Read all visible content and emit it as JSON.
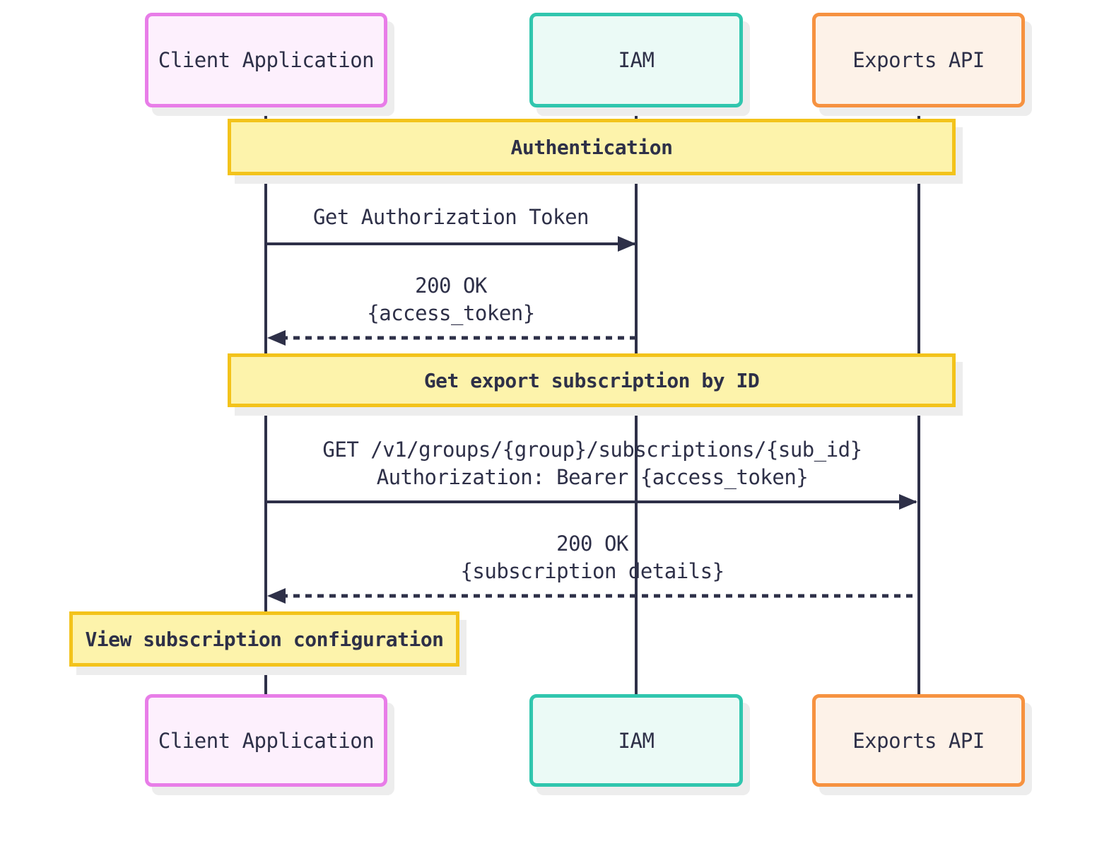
{
  "diagram": {
    "kind": "sequence-diagram",
    "background_color": "#ffffff",
    "line_color": "#2e3048",
    "text_color": "#2e3048",
    "shadow_color": "#ededed"
  },
  "actors": [
    {
      "name": "Client Application",
      "border_color": "#e87de8",
      "fill_color": "#fdf0fd"
    },
    {
      "name": "IAM",
      "border_color": "#30c6ae",
      "fill_color": "#ebfaf6"
    },
    {
      "name": "Exports API",
      "border_color": "#f69240",
      "fill_color": "#fdf2e8"
    }
  ],
  "banners": [
    {
      "label": "Authentication"
    },
    {
      "label": "Get export subscription by ID"
    },
    {
      "label": "View subscription configuration"
    }
  ],
  "banner_style": {
    "border_color": "#f3c31b",
    "fill_color": "#fdf3ab"
  },
  "messages": [
    {
      "lines": [
        "Get Authorization Token"
      ],
      "style": "solid",
      "from": "Client Application",
      "to": "IAM"
    },
    {
      "lines": [
        "200 OK",
        "{access_token}"
      ],
      "style": "dashed",
      "from": "IAM",
      "to": "Client Application"
    },
    {
      "lines": [
        "GET /v1/groups/{group}/subscriptions/{sub_id}",
        "Authorization: Bearer {access_token}"
      ],
      "style": "solid",
      "from": "Client Application",
      "to": "Exports API"
    },
    {
      "lines": [
        "200 OK",
        "{subscription details}"
      ],
      "style": "dashed",
      "from": "Exports API",
      "to": "Client Application"
    }
  ]
}
